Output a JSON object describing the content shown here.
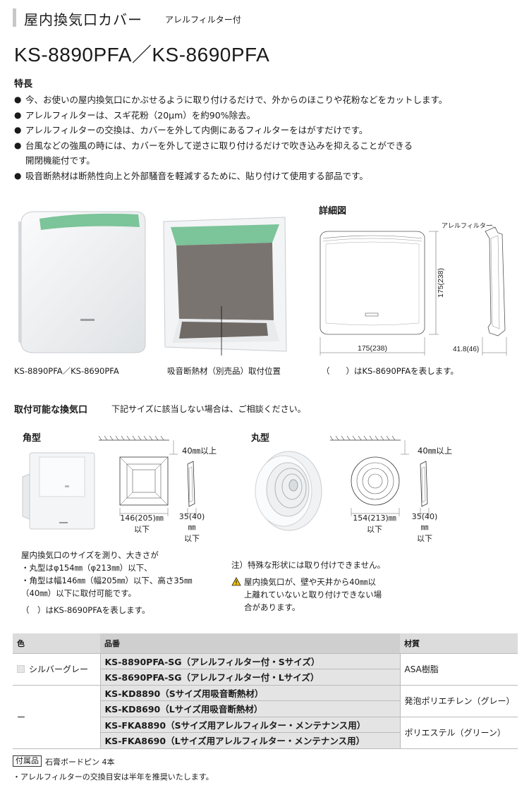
{
  "header": {
    "title": "屋内換気口カバー",
    "subtitle": "アレルフィルター付",
    "model": "KS-8890PFA／KS-8690PFA"
  },
  "features": {
    "heading": "特長",
    "items": [
      "今、お使いの屋内換気口にかぶせるように取り付けるだけで、外からのほこりや花粉などをカットします。",
      "アレルフィルターは、スギ花粉（20μm）を約90%除去。",
      "アレルフィルターの交換は、カバーを外して内側にあるフィルターをはがすだけです。",
      "台風などの強風の時には、カバーを外して逆さに取り付けるだけで吹き込みを抑えることができる",
      "吸音断熱材は断熱性向上と外部騒音を軽減するために、貼り付けて使用する部品です。"
    ],
    "item4_cont": "開閉機能付です。"
  },
  "photos": {
    "caption_front": "KS-8890PFA／KS-8690PFA",
    "caption_back": "吸音断熱材（別売品）取付位置"
  },
  "detail": {
    "heading": "詳細図",
    "filter_label": "アレルフィルター",
    "dim_width": "175(238)",
    "dim_height": "175(238)",
    "dim_depth": "41.8(46)",
    "caption": "（　　）はKS-8690PFAを表します。"
  },
  "mountable": {
    "heading": "取付可能な換気口",
    "note": "下記サイズに該当しない場合は、ご相談ください。",
    "square": {
      "label": "角型",
      "clearance": "40㎜以上",
      "width": "146(205)㎜",
      "width_sub": "以下",
      "depth": "35(40)㎜",
      "depth_sub": "以下"
    },
    "round": {
      "label": "丸型",
      "clearance": "40㎜以上",
      "width": "154(213)㎜",
      "width_sub": "以下",
      "depth": "35(40)㎜",
      "depth_sub": "以下"
    }
  },
  "notes_left": [
    "屋内換気口のサイズを測り、大きさが",
    "・丸型はφ154㎜（φ213㎜）以下、",
    "・角型は幅146㎜（幅205㎜）以下、高さ35㎜",
    "（40㎜）以下に取付可能です。"
  ],
  "notes_left_paren": "（　）はKS-8690PFAを表します。",
  "notes_right": {
    "line1": "注）特殊な形状には取り付けできません。",
    "warn": [
      "屋内換気口が、壁や天井から40㎜以",
      "上離れていないと取り付けできない場",
      "合があります。"
    ]
  },
  "table": {
    "headers": {
      "color": "色",
      "hinban": "品番",
      "material": "材質"
    },
    "color_silver": "シルバーグレー",
    "color_none": "ー",
    "rows": [
      "KS-8890PFA-SG（アレルフィルター付・Sサイズ）",
      "KS-8690PFA-SG（アレルフィルター付・Lサイズ）",
      "KS-KD8890（Sサイズ用吸音断熱材）",
      "KS-KD8690（Lサイズ用吸音断熱材）",
      "KS-FKA8890（Sサイズ用アレルフィルター・メンテナンス用）",
      "KS-FKA8690（Lサイズ用アレルフィルター・メンテナンス用）"
    ],
    "materials": [
      "ASA樹脂",
      "発泡ポリエチレン（グレー）",
      "ポリエステル（グリーン）"
    ]
  },
  "accessory": {
    "label": "付属品",
    "text": "石膏ボードピン 4本"
  },
  "footnote": "・アレルフィルターの交換目安は半年を推奨いたします。",
  "colors": {
    "filter_green": "#7cc49a",
    "panel_white": "#f3f4f5",
    "insulation_gray": "#7a7470",
    "table_header": "#dcdcdc"
  }
}
